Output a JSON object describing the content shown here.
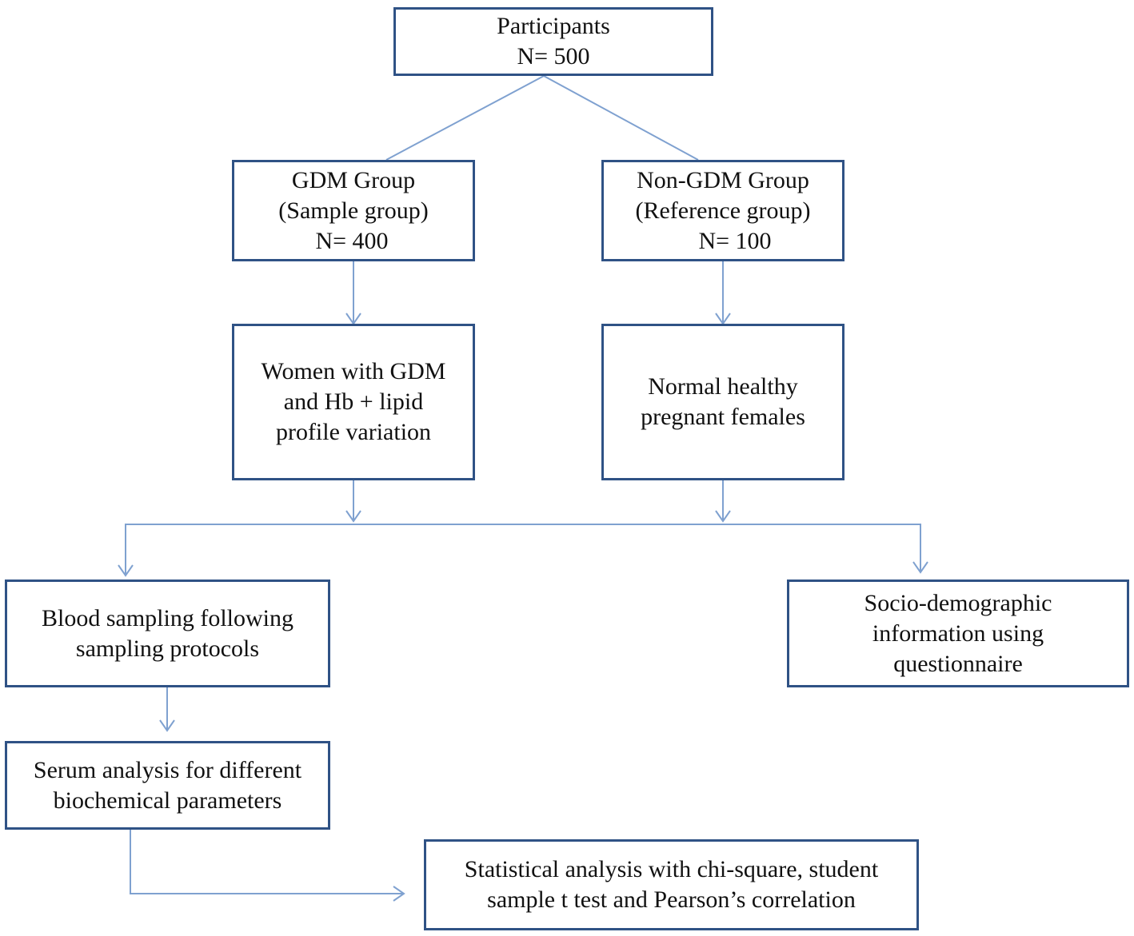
{
  "participants": {
    "title": "Participants",
    "count": "N= 500"
  },
  "gdm_group": {
    "line1": "GDM Group",
    "line2": "(Sample group)",
    "count": "N= 400"
  },
  "non_gdm_group": {
    "line1": "Non-GDM Group",
    "line2": "(Reference group)",
    "count": "N= 100"
  },
  "gdm_women": {
    "line1": "Women with GDM",
    "line2": "and Hb + lipid",
    "line3": "profile variation"
  },
  "normal_women": {
    "line1": "Normal healthy",
    "line2": "pregnant females"
  },
  "blood_sampling": {
    "line1": "Blood sampling following",
    "line2": "sampling protocols"
  },
  "socio_demographic": {
    "line1": "Socio-demographic",
    "line2": "information using",
    "line3": "questionnaire"
  },
  "serum_analysis": {
    "line1": "Serum analysis for different",
    "line2": "biochemical parameters"
  },
  "statistical_analysis": {
    "line1": "Statistical analysis with chi-square, student",
    "line2": "sample t test and Pearson’s correlation"
  },
  "colors": {
    "box_border": "#2f5285",
    "connector": "#7fa1d0",
    "text": "#111111"
  }
}
